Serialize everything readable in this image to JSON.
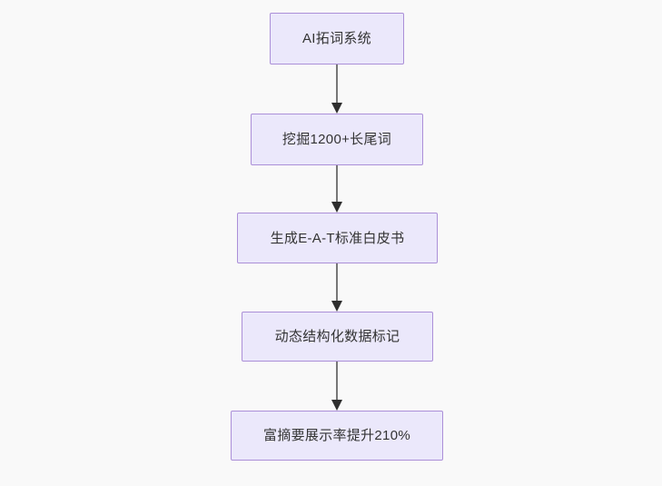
{
  "diagram": {
    "type": "flowchart",
    "orientation": "top-to-bottom",
    "background_color": "#f9f9f9",
    "node_fill_color": "#ebe8fb",
    "node_border_color": "#ab8fd8",
    "node_text_color": "#333333",
    "edge_color": "#777777",
    "arrowhead_color": "#2e2e2e",
    "nodes": [
      {
        "id": "node-1",
        "label": "AI拓词系统"
      },
      {
        "id": "node-2",
        "label": "挖掘1200+长尾词"
      },
      {
        "id": "node-3",
        "label": "生成E-A-T标准白皮书"
      },
      {
        "id": "node-4",
        "label": "动态结构化数据标记"
      },
      {
        "id": "node-5",
        "label": "富摘要展示率提升210%"
      }
    ],
    "edges": [
      {
        "id": "edge-1",
        "from": "node-1",
        "to": "node-2"
      },
      {
        "id": "edge-2",
        "from": "node-2",
        "to": "node-3"
      },
      {
        "id": "edge-3",
        "from": "node-3",
        "to": "node-4"
      },
      {
        "id": "edge-4",
        "from": "node-4",
        "to": "node-5"
      }
    ]
  }
}
